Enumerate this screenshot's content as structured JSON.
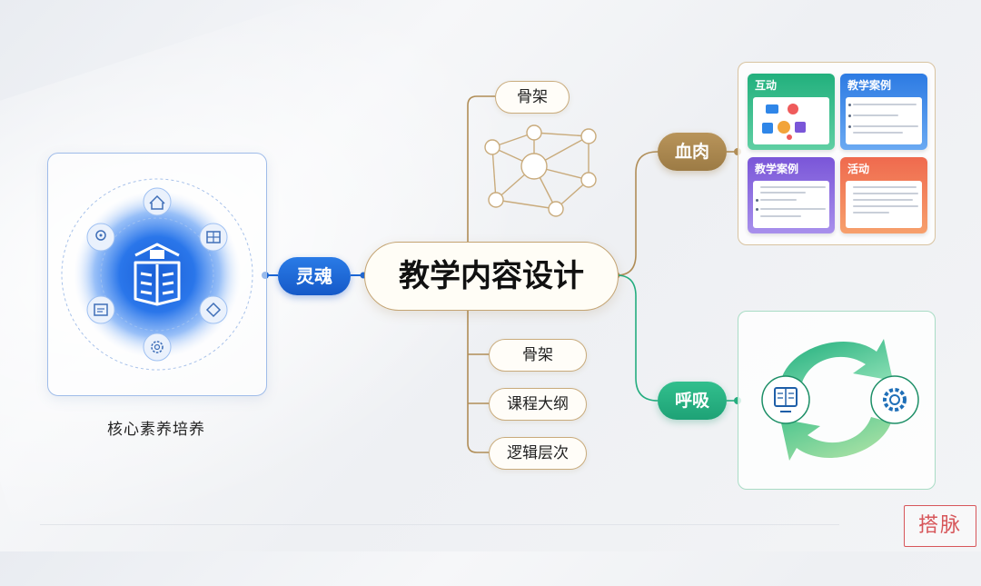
{
  "left": {
    "caption": "核心素养培养",
    "icons": [
      "home-icon",
      "grid-icon",
      "diamond-icon",
      "gear-icon",
      "document-icon",
      "location-icon"
    ],
    "center_icon": "open-book-school-icon"
  },
  "center": {
    "title": "教学内容设计",
    "soul_label": "灵魂",
    "top_branch_label": "骨架",
    "bottom_branches": [
      "骨架",
      "课程大纲",
      "逻辑层次"
    ]
  },
  "right_top": {
    "label": "血肉",
    "cards": [
      {
        "title": "互动",
        "color": "#22b07d"
      },
      {
        "title": "教学案例",
        "color": "#2d7be3"
      },
      {
        "title": "教学案例",
        "color": "#7a56d8"
      },
      {
        "title": "活动",
        "color": "#ef6a4e"
      }
    ]
  },
  "right_bottom": {
    "label": "呼吸",
    "icons": [
      "monitor-document-icon",
      "gear-icon",
      "cycle-arrows-icon"
    ]
  },
  "watermark": "搭脉",
  "colors": {
    "blue": "#1b66d6",
    "gold": "#b08d57",
    "green": "#24ad7f"
  }
}
